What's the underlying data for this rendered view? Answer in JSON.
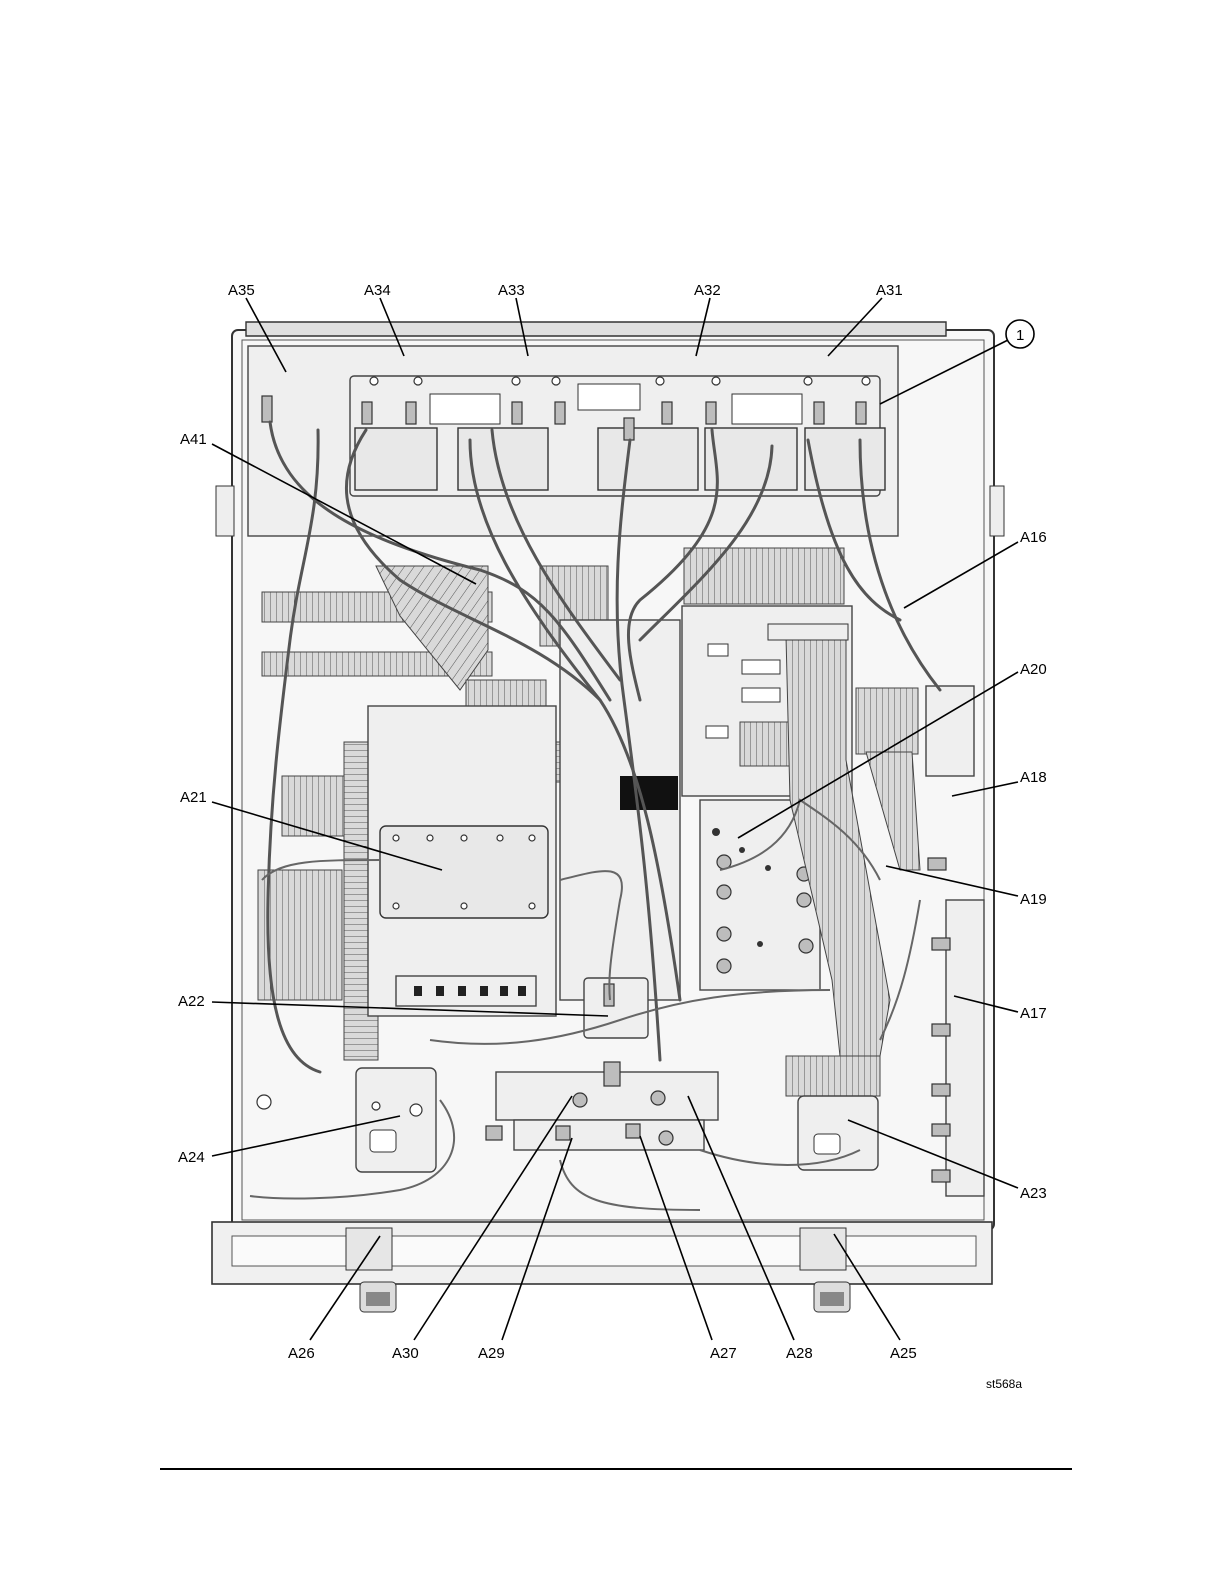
{
  "figure_id": "st568a",
  "callouts": {
    "a35": "A35",
    "a34": "A34",
    "a33": "A33",
    "a32": "A32",
    "a31": "A31",
    "item1": "1",
    "a41": "A41",
    "a16": "A16",
    "a20": "A20",
    "a18": "A18",
    "a21": "A21",
    "a19": "A19",
    "a22": "A22",
    "a17": "A17",
    "a24": "A24",
    "a23": "A23",
    "a26": "A26",
    "a30": "A30",
    "a29": "A29",
    "a27": "A27",
    "a28": "A28",
    "a25": "A25"
  }
}
